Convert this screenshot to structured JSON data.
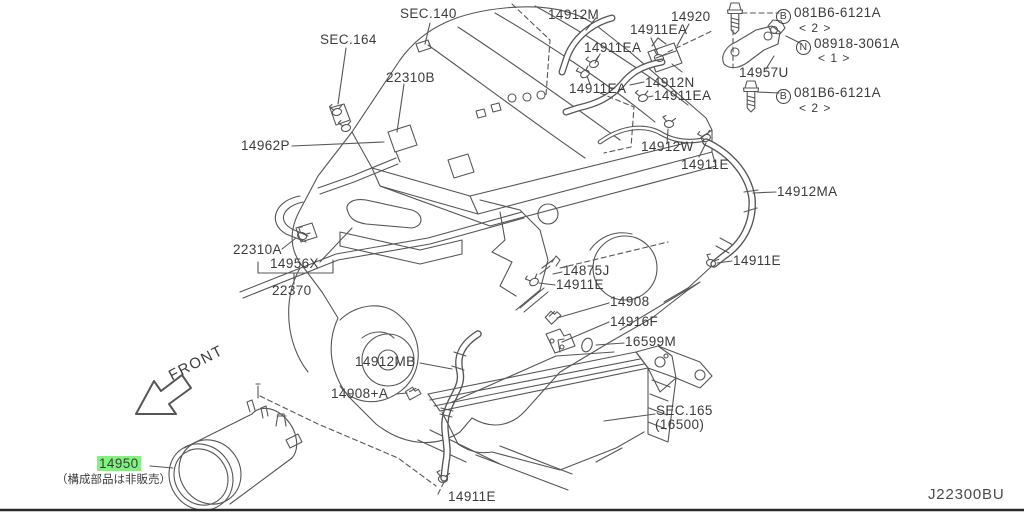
{
  "diagram": {
    "code": "J22300BU",
    "front_arrow_label": "FRONT",
    "selected_part": {
      "number": "14950",
      "note": "（構成部品は非販売）",
      "highlight_color": "#7df57d"
    },
    "sections": {
      "sec140": "SEC.140",
      "sec164": "SEC.164",
      "sec165": "SEC.165",
      "sec165_ref": "(16500)"
    },
    "parts": {
      "p22310b": "22310B",
      "p14962p": "14962P",
      "p22310a": "22310A",
      "p14956x": "14956X",
      "p22370": "22370",
      "p14912m": "14912M",
      "p14911ea": "14911EA",
      "p14920": "14920",
      "p14912n": "14912N",
      "p14957u": "14957U",
      "p14912w": "14912W",
      "p14911e": "14911E",
      "p14912ma": "14912MA",
      "p14875j": "14875J",
      "p14908": "14908",
      "p14916f": "14916F",
      "p16599m": "16599M",
      "p14912mb": "14912MB",
      "p14908a": "14908+A",
      "p14950": "14950"
    },
    "fasteners": {
      "bolt_b": {
        "marker": "B",
        "number": "081B6-6121A",
        "qty": "< 2 >"
      },
      "nut_n": {
        "marker": "N",
        "number": "08918-3061A",
        "qty": "< 1 >"
      }
    }
  }
}
